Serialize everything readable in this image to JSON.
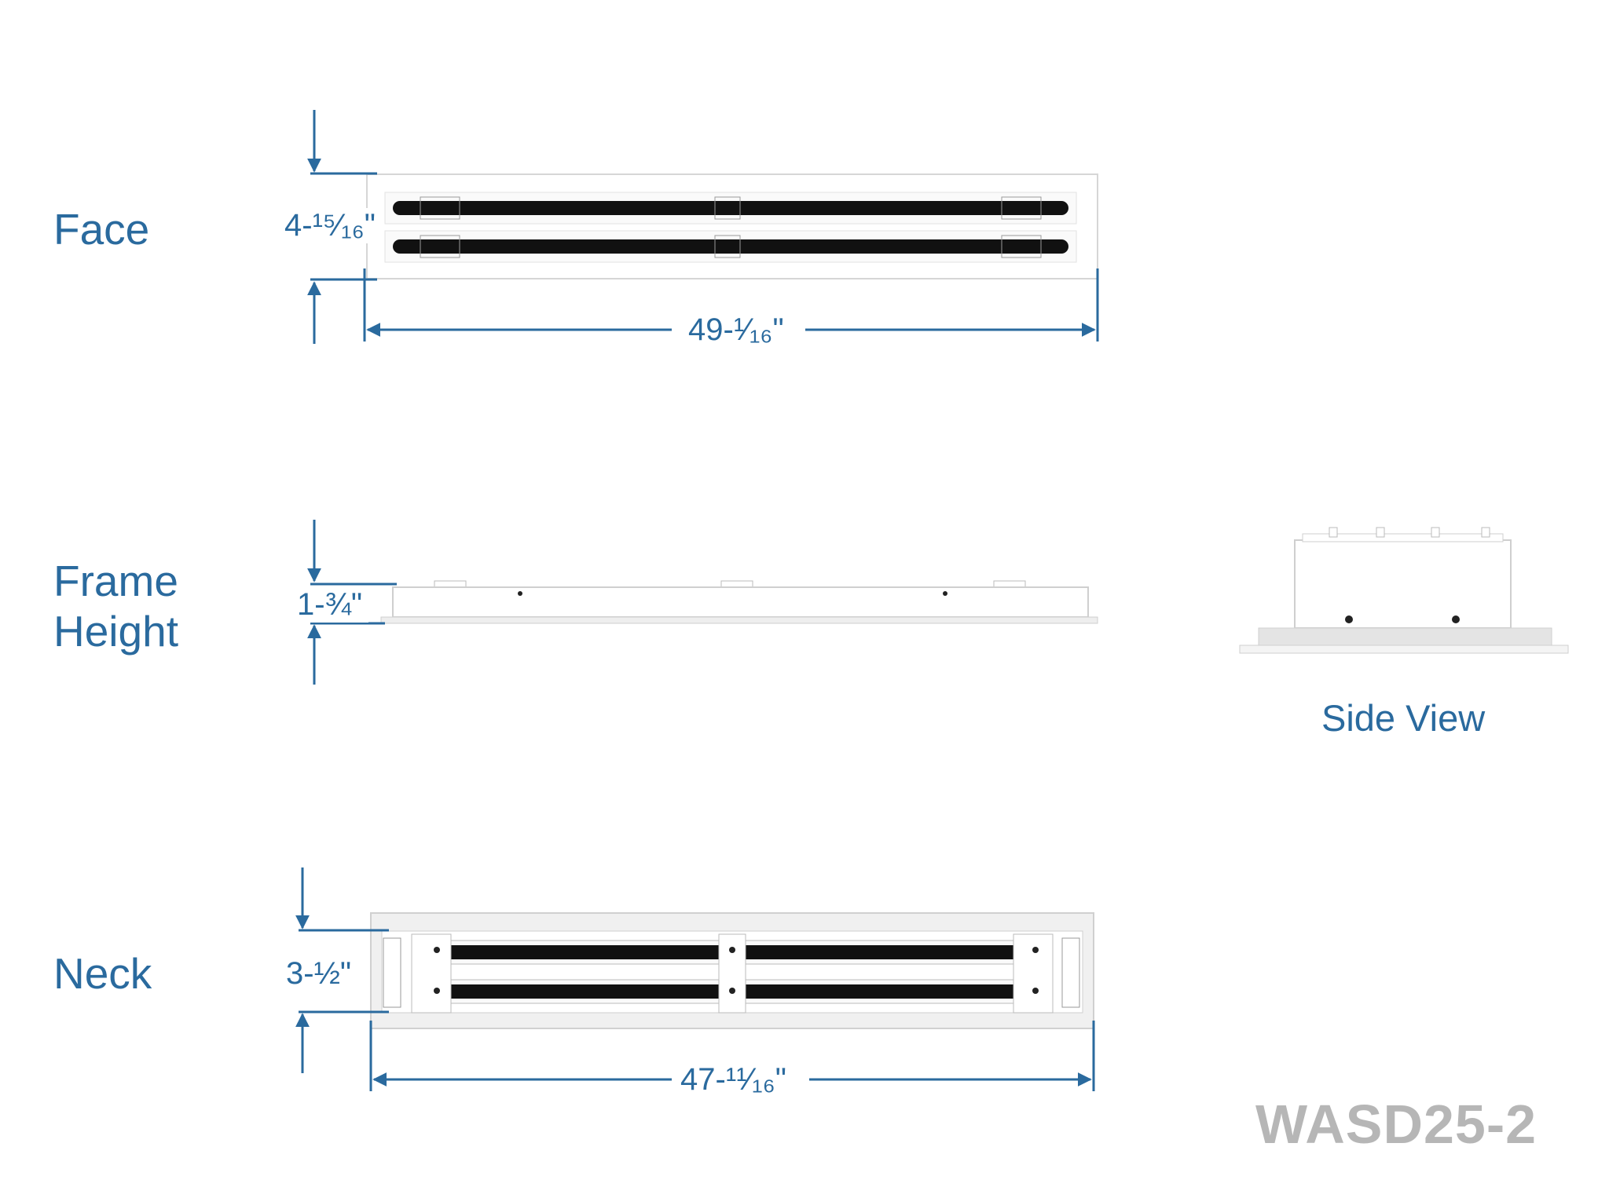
{
  "sections": {
    "face": {
      "label": "Face",
      "height_dim": "4-¹⁵⁄₁₆\"",
      "width_dim": "49-¹⁄₁₆\""
    },
    "frame": {
      "label": "Frame\nHeight",
      "height_dim": "1-¾\""
    },
    "neck": {
      "label": "Neck",
      "height_dim": "3-½\"",
      "width_dim": "47-¹¹⁄₁₆\""
    },
    "side": {
      "label": "Side View"
    }
  },
  "model": "WASD25-2",
  "colors": {
    "accent": "#2a6a9e",
    "model": "#b6b6b6",
    "slot": "#111111"
  }
}
